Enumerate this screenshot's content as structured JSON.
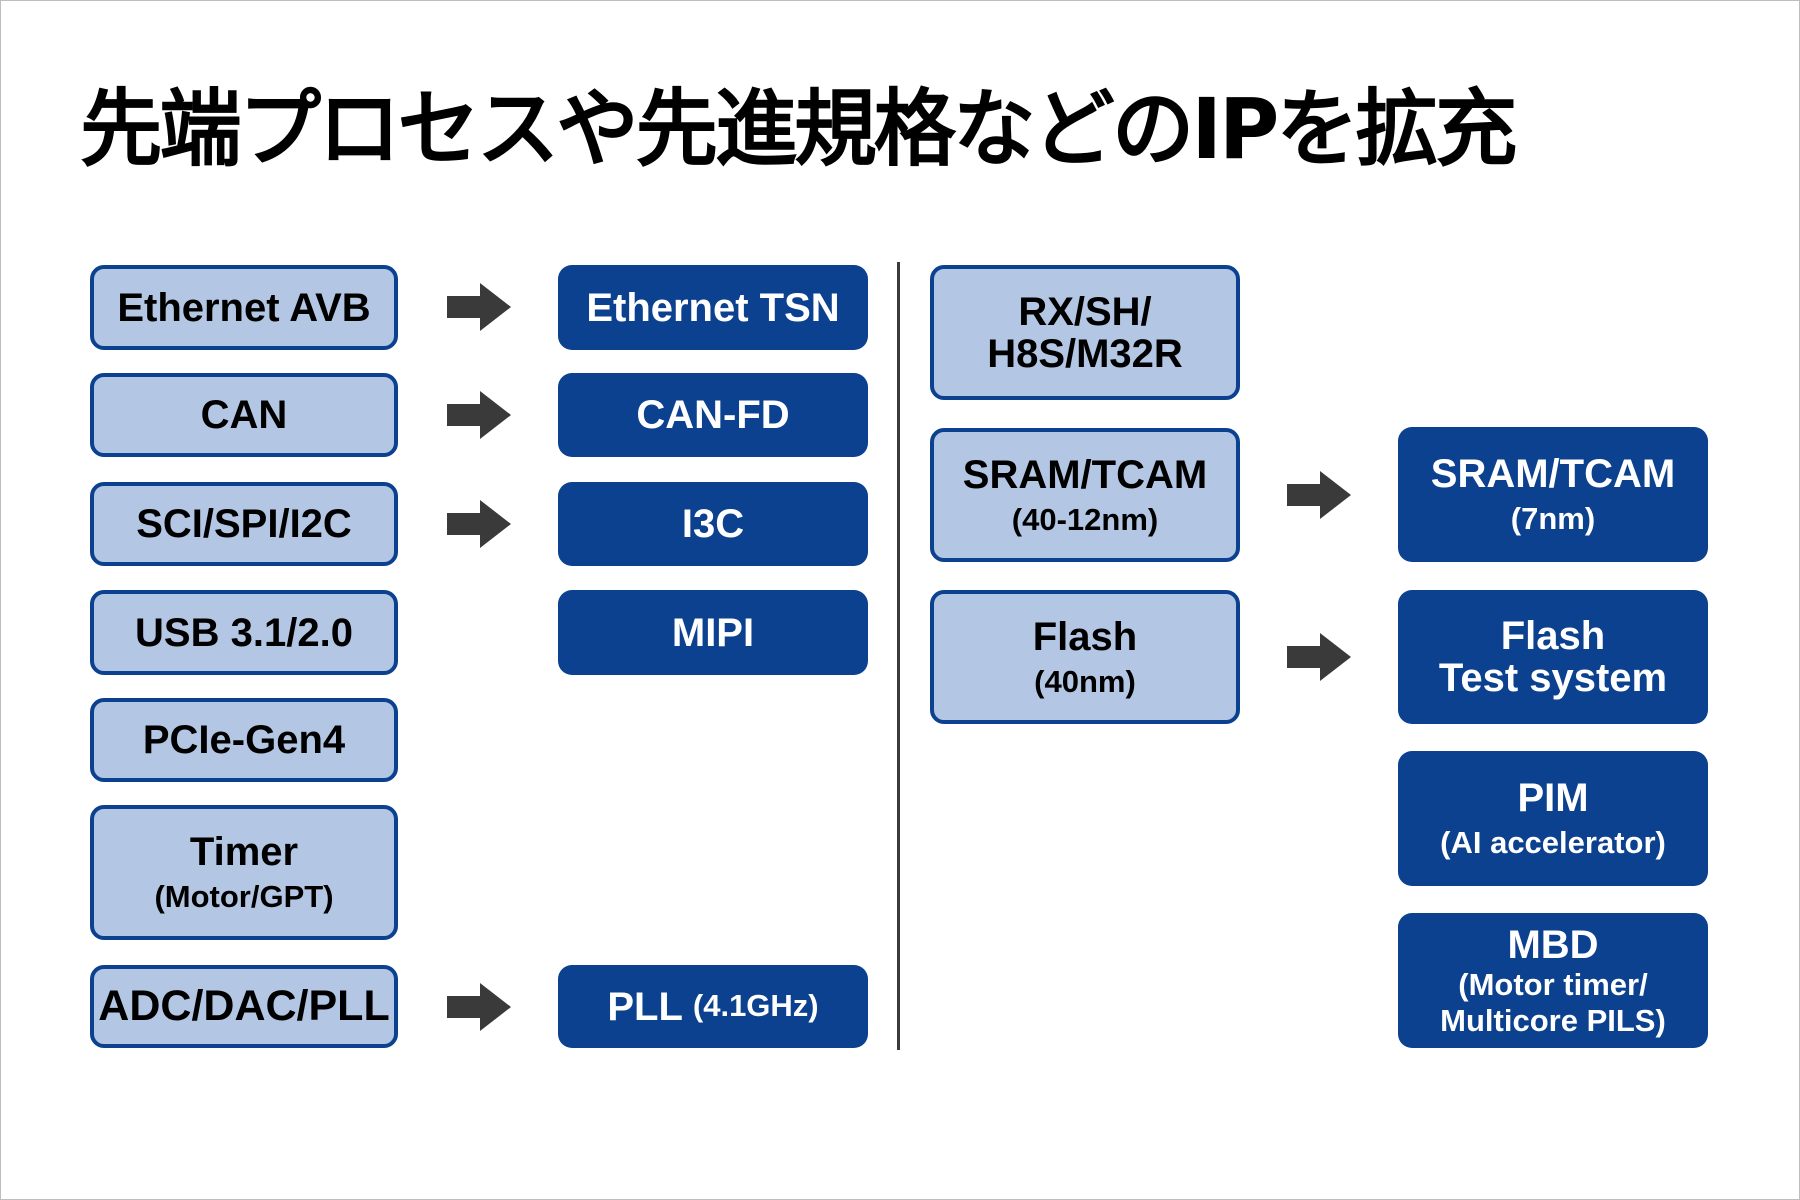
{
  "title": "先端プロセスや先進規格などのIPを拡充",
  "colors": {
    "dark_box": "#0b418f",
    "light_box": "#b3c6e3",
    "light_border": "#0b418f",
    "arrow": "#3a3a3a"
  },
  "left_section": {
    "current": [
      {
        "label": "Ethernet AVB"
      },
      {
        "label": "CAN"
      },
      {
        "label": "SCI/SPI/I2C"
      },
      {
        "label": "USB 3.1/2.0"
      },
      {
        "label": "PCIe-Gen4"
      },
      {
        "label": "Timer",
        "sub": "(Motor/GPT)"
      },
      {
        "label": "ADC/DAC/PLL"
      }
    ],
    "advanced": [
      {
        "label": "Ethernet TSN"
      },
      {
        "label": "CAN-FD"
      },
      {
        "label": "I3C"
      },
      {
        "label": "MIPI"
      },
      {
        "label": "PLL",
        "sub": "(4.1GHz)"
      }
    ],
    "arrow_icon": "right-arrow-icon"
  },
  "right_section": {
    "current": [
      {
        "label": "RX/SH/",
        "label2": "H8S/M32R"
      },
      {
        "label": "SRAM/TCAM",
        "sub": "(40-12nm)"
      },
      {
        "label": "Flash",
        "sub": "(40nm)"
      }
    ],
    "advanced": [
      {
        "label": "SRAM/TCAM",
        "sub": "(7nm)"
      },
      {
        "label": "Flash",
        "label2": "Test system"
      },
      {
        "label": "PIM",
        "sub": "(AI accelerator)"
      },
      {
        "label": "MBD",
        "sub": "(Motor timer/",
        "sub2": "Multicore PILS)"
      }
    ]
  }
}
